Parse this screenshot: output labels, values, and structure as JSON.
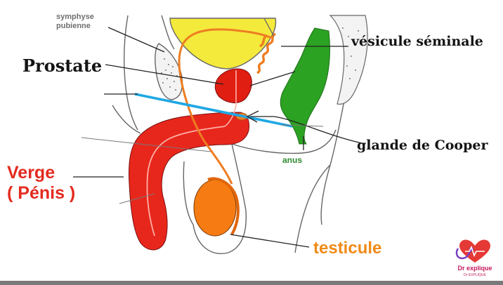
{
  "labels": {
    "symphyse_line1": "symphyse",
    "symphyse_line2": "pubienne",
    "vesicule": "vésicule séminale",
    "prostate": "Prostate",
    "cooper": "glande de Cooper",
    "anus": "anus",
    "verge_line1": "Verge",
    "verge_line2": "( Pénis )",
    "testicule": "testicule"
  },
  "logo": {
    "name": "Dr explique",
    "tagline": "Dr EXPLIQUE",
    "icon": "heart-stethoscope-icon"
  },
  "colors": {
    "bladder": "#f4ea3c",
    "prostate": "#e01e12",
    "penis": "#e8271c",
    "testicle": "#f57b12",
    "vas_deferens": "#ee7d22",
    "rectum": "#29a021",
    "section_line": "#1fa7e3",
    "outline": "#555555"
  }
}
